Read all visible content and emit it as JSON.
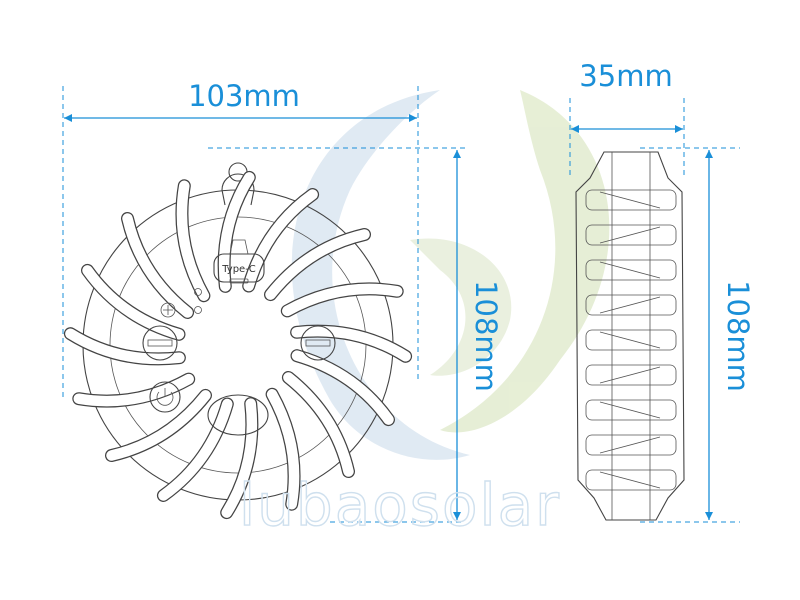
{
  "dimensions": {
    "front_width": "103mm",
    "front_height": "108mm",
    "side_width": "35mm",
    "side_height": "108mm"
  },
  "labels": {
    "port": "Type-C"
  },
  "watermark": {
    "text": "lubaosolar"
  },
  "colors": {
    "dimension": "#1a8fd8",
    "drawing": "#444444",
    "watermark_blue": "#cfe0ee",
    "watermark_green": "#e2eccd"
  }
}
